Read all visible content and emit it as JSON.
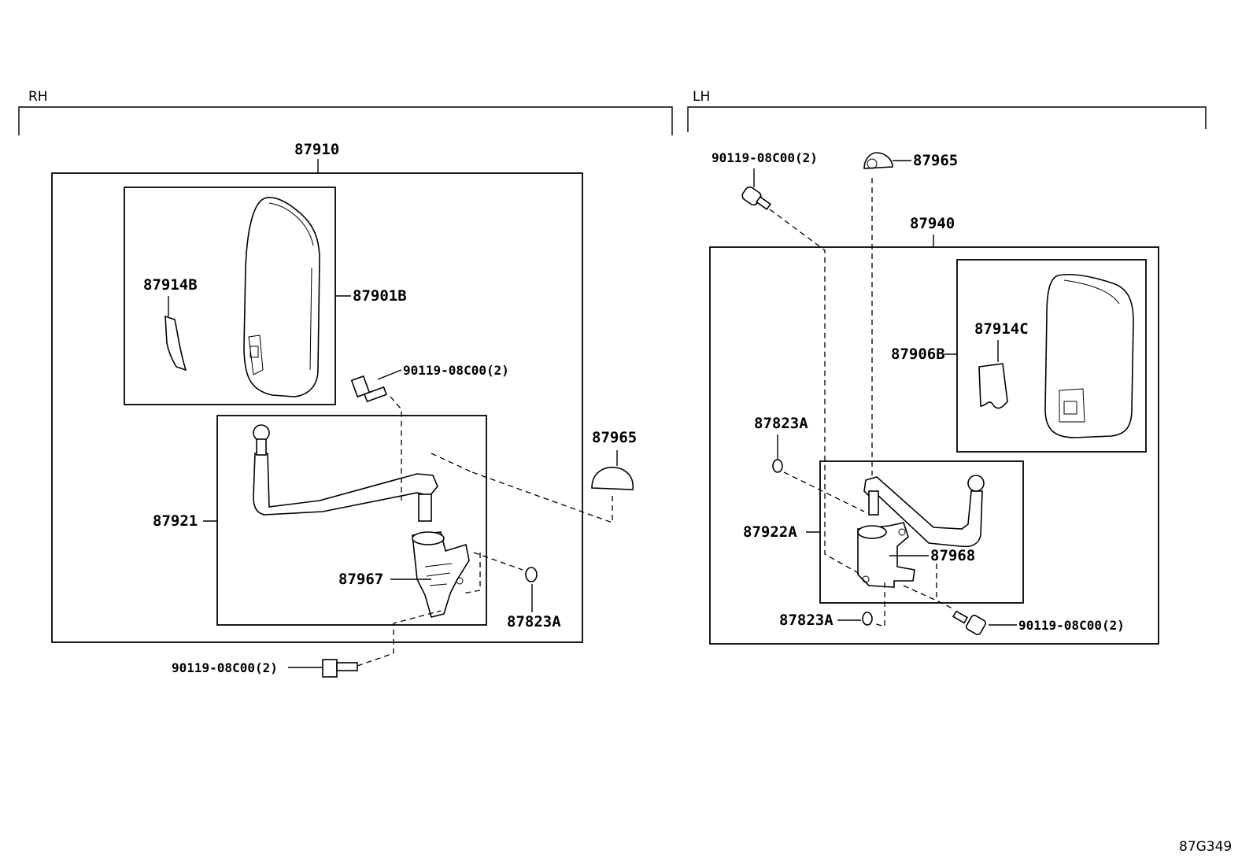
{
  "diagram": {
    "sections": [
      {
        "id": "rh",
        "label": "RH"
      },
      {
        "id": "lh",
        "label": "LH"
      }
    ],
    "rh_parts": {
      "assembly": "87910",
      "mirror": "87901B",
      "cover": "87914B",
      "stay": "87921",
      "bracket": "87967",
      "cap": "87965",
      "washer": "87823A",
      "bolt_upper": "90119-08C00(2)",
      "bolt_lower": "90119-08C00(2)"
    },
    "lh_parts": {
      "assembly": "87940",
      "mirror": "87906B",
      "cover": "87914C",
      "stay": "87922A",
      "bracket": "87968",
      "cap": "87965",
      "washer_upper": "87823A",
      "washer_lower": "87823A",
      "bolt_upper": "90119-08C00(2)",
      "bolt_lower": "90119-08C00(2)"
    },
    "figure_code": "87G349"
  }
}
